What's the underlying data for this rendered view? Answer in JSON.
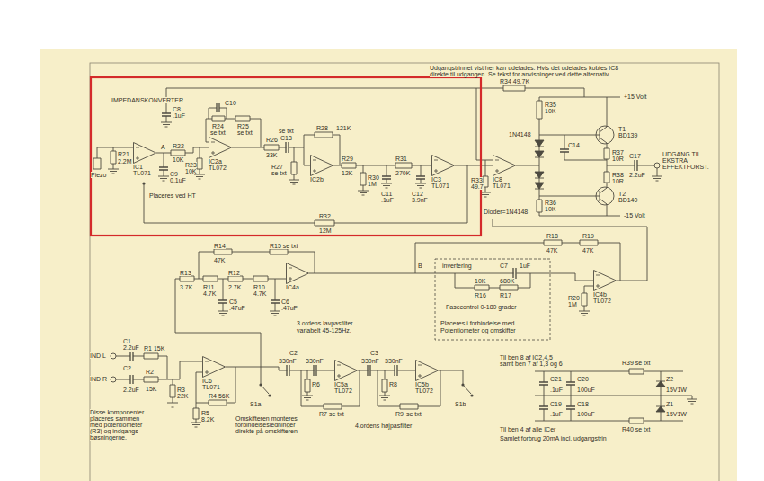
{
  "diagram": {
    "nodes": [
      {
        "text": [
          "IC1",
          "TL071"
        ]
      },
      {
        "text": [
          "IC2a",
          "TL072"
        ]
      },
      {
        "text": [
          "IC2b"
        ]
      },
      {
        "text": [
          "IC3",
          "TL071"
        ]
      },
      {
        "text": [
          "IC8",
          "TL071"
        ]
      },
      {
        "text": [
          "IC4a"
        ]
      },
      {
        "text": [
          "IC4b",
          "TL072"
        ]
      },
      {
        "text": [
          "IC6",
          "TL071"
        ]
      },
      {
        "text": [
          "IC5a",
          "TL072"
        ]
      },
      {
        "text": [
          "IC5b",
          "TL072"
        ]
      }
    ],
    "edges": [
      {
        "from": 0,
        "to": 1,
        "arrow": "none"
      },
      {
        "from": 1,
        "to": 2,
        "arrow": "none"
      },
      {
        "from": 2,
        "to": 3,
        "arrow": "none"
      },
      {
        "from": 3,
        "to": 4,
        "arrow": "none"
      },
      {
        "from": 5,
        "to": 6,
        "arrow": "none"
      },
      {
        "from": 7,
        "to": 8,
        "arrow": "none"
      },
      {
        "from": 8,
        "to": 9,
        "arrow": "none"
      }
    ],
    "labels": [
      "Udgangstrinnet vist her kan udelades. Hvis det udelades kobles IC8",
      "direkte til udgangen. Se tekst for anvisninger ved dette alternativ.",
      "IMPEDANSKONVERTER",
      "C8",
      ".1uF",
      "A",
      "R22",
      "10K",
      "R21",
      "2.2M",
      "Piezo",
      "C9",
      "0.1uF",
      "Placeres ved HT",
      "C10",
      "R24",
      "se txt",
      "R25",
      "se txt",
      "R23",
      "10K",
      "R26",
      "33K",
      "C13",
      "se txt",
      "R27",
      "se txt",
      "R28",
      "121K",
      "R29",
      "12K",
      "R30",
      "1M",
      "C11",
      ".1uF",
      "R31",
      "270K",
      "C12",
      "3.9nF",
      "R32",
      "12M",
      "R34 49.7K",
      "+15 Volt",
      "R35",
      "10K",
      "1N4148",
      "C14",
      "T1",
      "BD139",
      "R37",
      "10R",
      "C17",
      "2.2uF",
      "UDGANG TIL",
      "EKSTRA",
      "EFFEKTFORST.",
      "R33",
      "49.7",
      "R38",
      "10R",
      "T2",
      "BD140",
      "R36",
      "10K",
      "Dioder=1N4148",
      "-15 Volt",
      "R14",
      "47K",
      "R15 se txt",
      "R13",
      "3.7K",
      "R11",
      "4.7K",
      "R12",
      "2.7K",
      "R10",
      "4.7K",
      "C5",
      ".47uF",
      "C6",
      ".47uF",
      "3.ordens lavpasfilter",
      "variabelt 45-125Hz.",
      "B",
      "R18",
      "47K",
      "R19",
      "47K",
      "invertering",
      "C7",
      "1uF",
      "10K",
      "R16",
      "680K",
      "R17",
      "Fasecontrol 0-180 grader",
      "Placeres i forbindelse med",
      "Potentiometer og omskifter",
      "R20",
      "1M",
      "IND L",
      "IND R",
      "C1",
      "2.2uF",
      "R1 15K",
      "C2",
      "2.2uF",
      "R2",
      "15K",
      "R3",
      "22K",
      "R4 56K",
      "R5",
      "8.2K",
      "S1a",
      "Omskifteren monteres",
      "forbindelsesledninger",
      "direkte på omskifteren",
      "C2",
      "330nF",
      "330nF",
      "R6",
      "R7",
      "se txt",
      "C3",
      "330nF",
      "330nF",
      "R8",
      "R9",
      "se txt",
      "S1b",
      "4.ordens højpasfilter",
      "Disse komponenter",
      "placeres sammen",
      "med potentiometer",
      "(R3) og indgangs-",
      "bøsningerne.",
      "Til ben 8 af IC2,4,5",
      "samt ben 7 af 1,3 og 6",
      "R39 se txt",
      "C21",
      ".1uF",
      "C20",
      "100uF",
      "Z2",
      "15V1W",
      "C19",
      ".1uF",
      "C18",
      "100uF",
      "Z1",
      "15V1W",
      "Til ben 4 af alle ICer",
      "R40 se txt",
      "Samlet forbrug 20mA incl. udgangstrin"
    ]
  }
}
